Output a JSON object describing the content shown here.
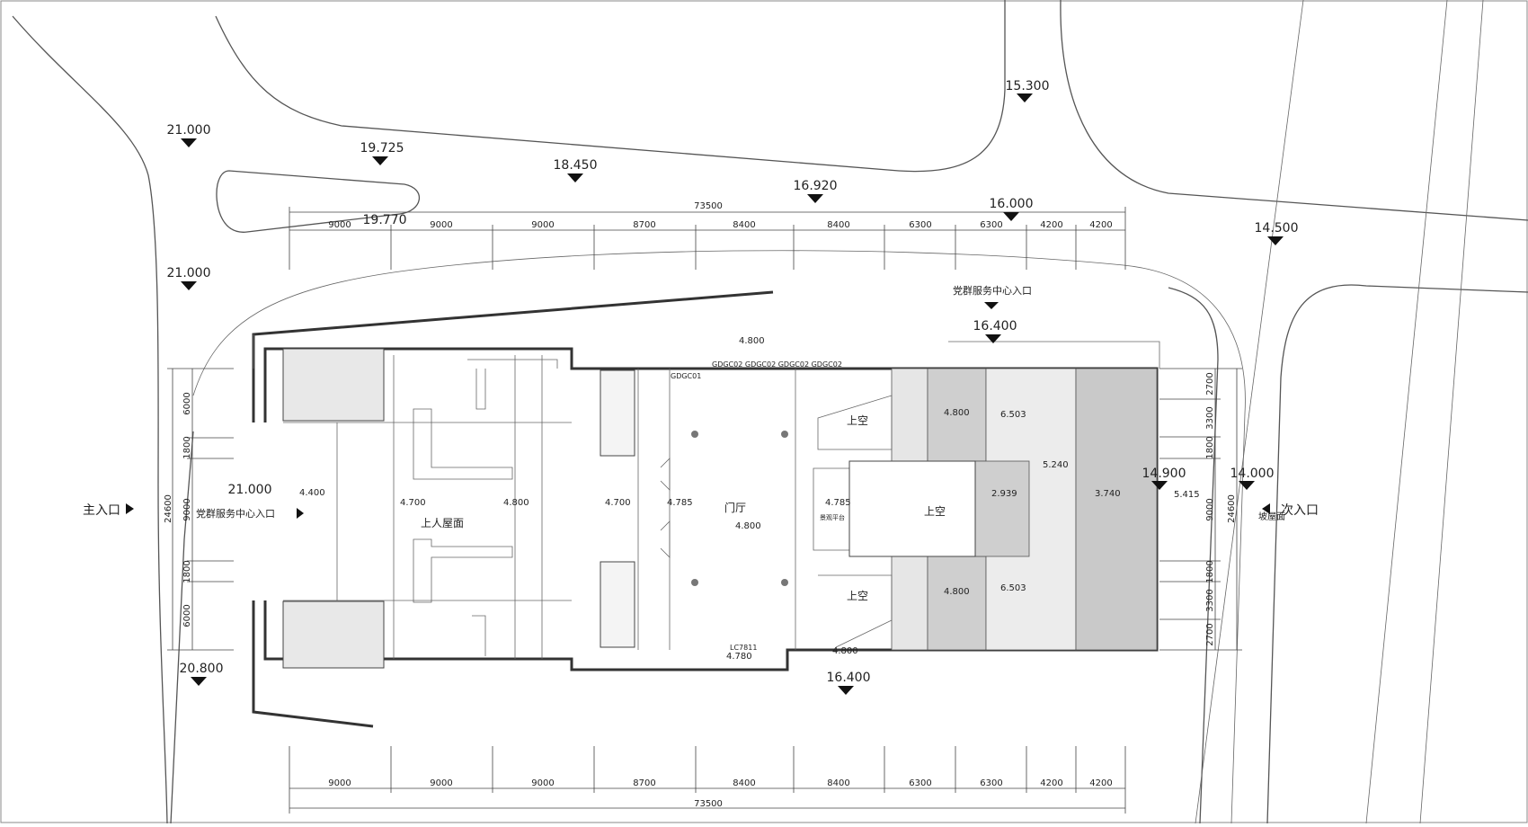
{
  "elevations_site": [
    {
      "id": "e1",
      "value": "21.000"
    },
    {
      "id": "e2",
      "value": "19.725"
    },
    {
      "id": "e3",
      "value": "18.450"
    },
    {
      "id": "e4",
      "value": "16.920"
    },
    {
      "id": "e5",
      "value": "16.000"
    },
    {
      "id": "e6",
      "value": "15.300"
    },
    {
      "id": "e7",
      "value": "14.500"
    },
    {
      "id": "e8",
      "value": "19.770"
    },
    {
      "id": "e9",
      "value": "21.000"
    },
    {
      "id": "e10",
      "value": "16.400"
    },
    {
      "id": "e11",
      "value": "21.000"
    },
    {
      "id": "e12",
      "value": "14.900"
    },
    {
      "id": "e13",
      "value": "14.000"
    },
    {
      "id": "e14",
      "value": "20.800"
    },
    {
      "id": "e15",
      "value": "16.400"
    }
  ],
  "elevations_building": [
    {
      "id": "b1",
      "value": "4.800"
    },
    {
      "id": "b2",
      "value": "4.400"
    },
    {
      "id": "b3",
      "value": "4.700"
    },
    {
      "id": "b4",
      "value": "4.800"
    },
    {
      "id": "b5",
      "value": "4.700"
    },
    {
      "id": "b6",
      "value": "4.785"
    },
    {
      "id": "b7",
      "value": "4.800"
    },
    {
      "id": "b8",
      "value": "4.785"
    },
    {
      "id": "b9",
      "value": "4.800"
    },
    {
      "id": "b10",
      "value": "6.503"
    },
    {
      "id": "b11",
      "value": "5.240"
    },
    {
      "id": "b12",
      "value": "2.939"
    },
    {
      "id": "b13",
      "value": "3.740"
    },
    {
      "id": "b14",
      "value": "5.415"
    },
    {
      "id": "b15",
      "value": "4.800"
    },
    {
      "id": "b16",
      "value": "6.503"
    },
    {
      "id": "b17",
      "value": "4.800"
    },
    {
      "id": "b18",
      "value": "4.780"
    }
  ],
  "dims_top": {
    "total": "73500",
    "segments": [
      "9000",
      "9000",
      "9000",
      "8700",
      "8400",
      "8400",
      "6300",
      "6300",
      "4200",
      "4200"
    ]
  },
  "dims_bottom": {
    "total": "73500",
    "segments": [
      "9000",
      "9000",
      "9000",
      "8700",
      "8400",
      "8400",
      "6300",
      "6300",
      "4200",
      "4200"
    ]
  },
  "dims_left": {
    "total": "24600",
    "segments": [
      "6000",
      "1800",
      "9000",
      "1800",
      "6000"
    ]
  },
  "dims_right": {
    "total": "24600",
    "segments": [
      "2700",
      "3300",
      "1800",
      "9000",
      "1800",
      "3300",
      "2700"
    ]
  },
  "labels": {
    "main_entrance": "主入口",
    "secondary_entrance": "次入口",
    "party_entrance_left": "党群服务中心入口",
    "party_entrance_top": "党群服务中心入口",
    "roof_terrace": "上人屋面",
    "lobby": "门厅",
    "void1": "上空",
    "void2": "上空",
    "void3": "上空",
    "viewing_platform": "景观平台",
    "secondary_roof": "坡屋面",
    "door_code_1": "GDGC01",
    "door_codes_top": "GDGC02 GDGC02 GDGC02 GDGC02",
    "window_code": "LC7811"
  }
}
